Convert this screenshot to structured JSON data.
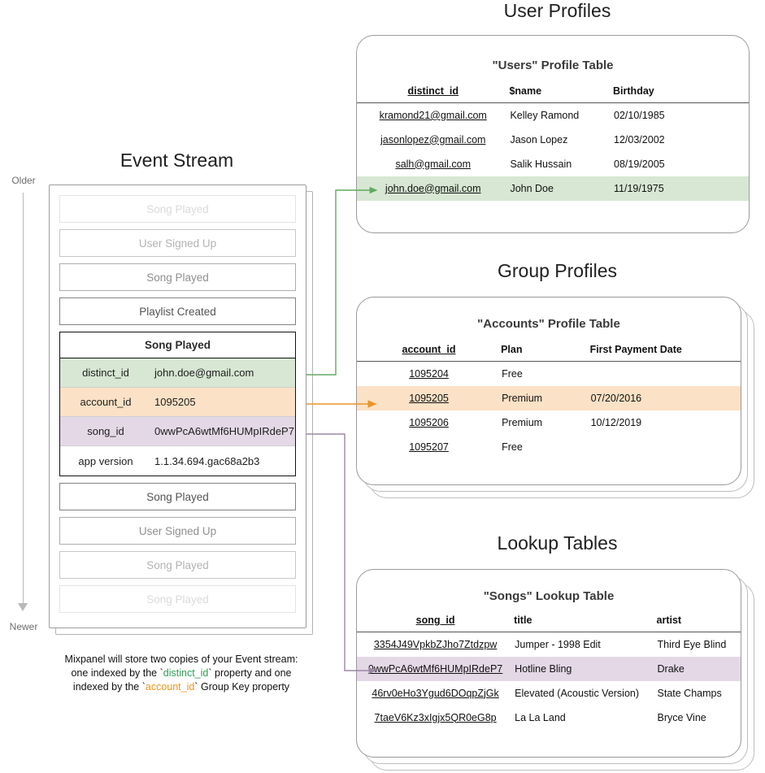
{
  "sections": {
    "event_stream": {
      "title": "Event Stream",
      "timeline": {
        "older_label": "Older",
        "newer_label": "Newer"
      },
      "events_above": [
        {
          "label": "Song Played"
        },
        {
          "label": "User Signed Up"
        },
        {
          "label": "Song Played"
        },
        {
          "label": "Playlist Created"
        }
      ],
      "expanded_event": {
        "title": "Song Played",
        "properties": [
          {
            "key": "distinct_id",
            "value": "john.doe@gmail.com",
            "highlight": "green"
          },
          {
            "key": "account_id",
            "value": "1095205",
            "highlight": "orange"
          },
          {
            "key": "song_id",
            "value": "0wwPcA6wtMf6HUMpIRdeP7",
            "highlight": "purple"
          },
          {
            "key": "app version",
            "value": "1.1.34.694.gac68a2b3",
            "highlight": "none"
          }
        ]
      },
      "events_below": [
        {
          "label": "Song Played"
        },
        {
          "label": "User Signed Up"
        },
        {
          "label": "Song Played"
        },
        {
          "label": "Song Played"
        }
      ],
      "caption": {
        "line1": "Mixpanel will store two copies of your Event stream:",
        "line2_pre": "one indexed by the `",
        "line2_key": "distinct_id",
        "line2_post": "` property and one",
        "line3_pre": "indexed by the `",
        "line3_key": "account_id",
        "line3_post": "` Group Key property"
      }
    },
    "user_profiles": {
      "title": "User Profiles",
      "table_title": "\"Users\" Profile Table",
      "columns": [
        "distinct_id",
        "$name",
        "Birthday"
      ],
      "rows": [
        {
          "cells": [
            "kramond21@gmail.com",
            "Kelley Ramond",
            "02/10/1985"
          ],
          "highlight": "none"
        },
        {
          "cells": [
            "jasonlopez@gmail.com",
            "Jason Lopez",
            "12/03/2002"
          ],
          "highlight": "none"
        },
        {
          "cells": [
            "salh@gmail.com",
            "Salik Hussain",
            "08/19/2005"
          ],
          "highlight": "none"
        },
        {
          "cells": [
            "john.doe@gmail.com",
            "John Doe",
            "11/19/1975"
          ],
          "highlight": "green"
        }
      ]
    },
    "group_profiles": {
      "title": "Group Profiles",
      "table_title": "\"Accounts\" Profile Table",
      "columns": [
        "account_id",
        "Plan",
        "First Payment Date"
      ],
      "rows": [
        {
          "cells": [
            "1095204",
            "Free",
            ""
          ],
          "highlight": "none"
        },
        {
          "cells": [
            "1095205",
            "Premium",
            "07/20/2016"
          ],
          "highlight": "orange"
        },
        {
          "cells": [
            "1095206",
            "Premium",
            "10/12/2019"
          ],
          "highlight": "none"
        },
        {
          "cells": [
            "1095207",
            "Free",
            ""
          ],
          "highlight": "none"
        }
      ]
    },
    "lookup_tables": {
      "title": "Lookup Tables",
      "table_title": "\"Songs\" Lookup Table",
      "columns": [
        "song_id",
        "title",
        "artist"
      ],
      "rows": [
        {
          "cells": [
            "3354J49VpkbZJho7Ztdzpw",
            "Jumper - 1998 Edit",
            "Third Eye Blind"
          ],
          "highlight": "none"
        },
        {
          "cells": [
            "0wwPcA6wtMf6HUMpIRdeP7",
            "Hotline Bling",
            "Drake"
          ],
          "highlight": "purple"
        },
        {
          "cells": [
            "46rv0eHo3Ygud6DOqpZjGk",
            "Elevated (Acoustic Version)",
            "State Champs"
          ],
          "highlight": "none"
        },
        {
          "cells": [
            "7taeV6Kz3xIgjx5QR0eG8p",
            "La La Land",
            "Bryce Vine"
          ],
          "highlight": "none"
        }
      ]
    }
  },
  "colors": {
    "green_highlight": "#d7e7d3",
    "orange_highlight": "#fbe1c6",
    "purple_highlight": "#e4d8e7",
    "green_arrow": "#62a862",
    "orange_arrow": "#e8962a",
    "purple_arrow": "#9b87a3",
    "caption_green": "#2f9e55",
    "caption_orange": "#f0951d"
  }
}
